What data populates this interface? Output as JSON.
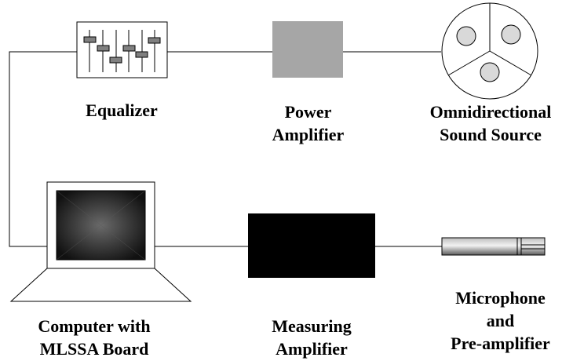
{
  "labels": {
    "equalizer": [
      "Equalizer"
    ],
    "power_amplifier": [
      "Power",
      "Amplifier"
    ],
    "sound_source": [
      "Omnidirectional",
      "Sound Source"
    ],
    "computer": [
      "Computer with",
      "MLSSA Board"
    ],
    "measuring_amplifier": [
      "Measuring",
      "Amplifier"
    ],
    "microphone": [
      "Microphone",
      "and",
      "Pre-amplifier"
    ]
  },
  "colors": {
    "line": "#000000",
    "power_amplifier_fill": "#a6a6a6",
    "measuring_amplifier_fill": "#000000",
    "slider_fill": "#808080",
    "speaker_fill": "#d9d9d9"
  }
}
